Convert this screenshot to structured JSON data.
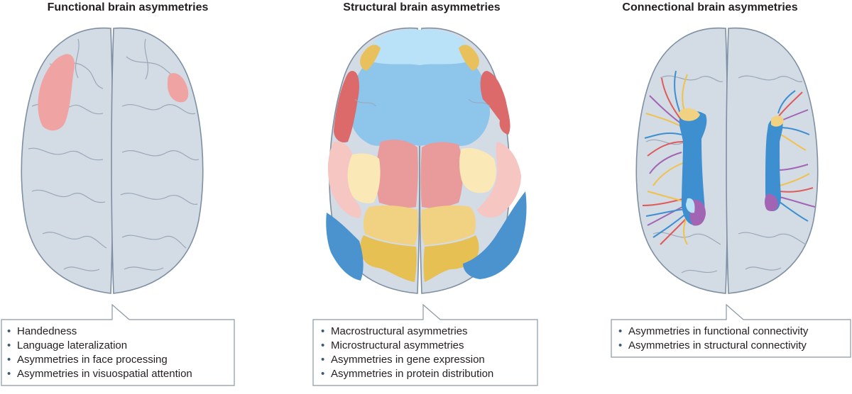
{
  "panels": [
    {
      "title": "Functional brain asymmetries",
      "items": [
        "Handedness",
        "Language lateralization",
        "Asymmetries in face processing",
        "Asymmetries in visuospatial attention"
      ]
    },
    {
      "title": "Structural brain asymmetries",
      "items": [
        "Macrostructural asymmetries",
        "Microstructural asymmetries",
        "Asymmetries in gene expression",
        "Asymmetries in protein distribution"
      ]
    },
    {
      "title": "Connectional brain asymmetries",
      "items": [
        "Asymmetries in functional connectivity",
        "Asymmetries in structural connectivity"
      ]
    }
  ],
  "colors": {
    "brain_fill": "#d3dbe5",
    "brain_stroke": "#7f8fa3",
    "functional_highlight": "#f0a3a3",
    "frontal_pole": "#b9e1f7",
    "frontal_lobe": "#8ec5ea",
    "lateral_frontal": "#dc6a6a",
    "orbito_corner": "#e9c15c",
    "central": "#e99b9b",
    "pale_yellow": "#fbe8b7",
    "pale_pink": "#f6c6c3",
    "parietal_yellow": "#f0d282",
    "occipital_gold": "#e6c052",
    "temporal_blue": "#4a93cf",
    "tract_blue": "#3d8fd0",
    "tract_purple": "#a165b4",
    "callout_border": "#8a98a8"
  }
}
